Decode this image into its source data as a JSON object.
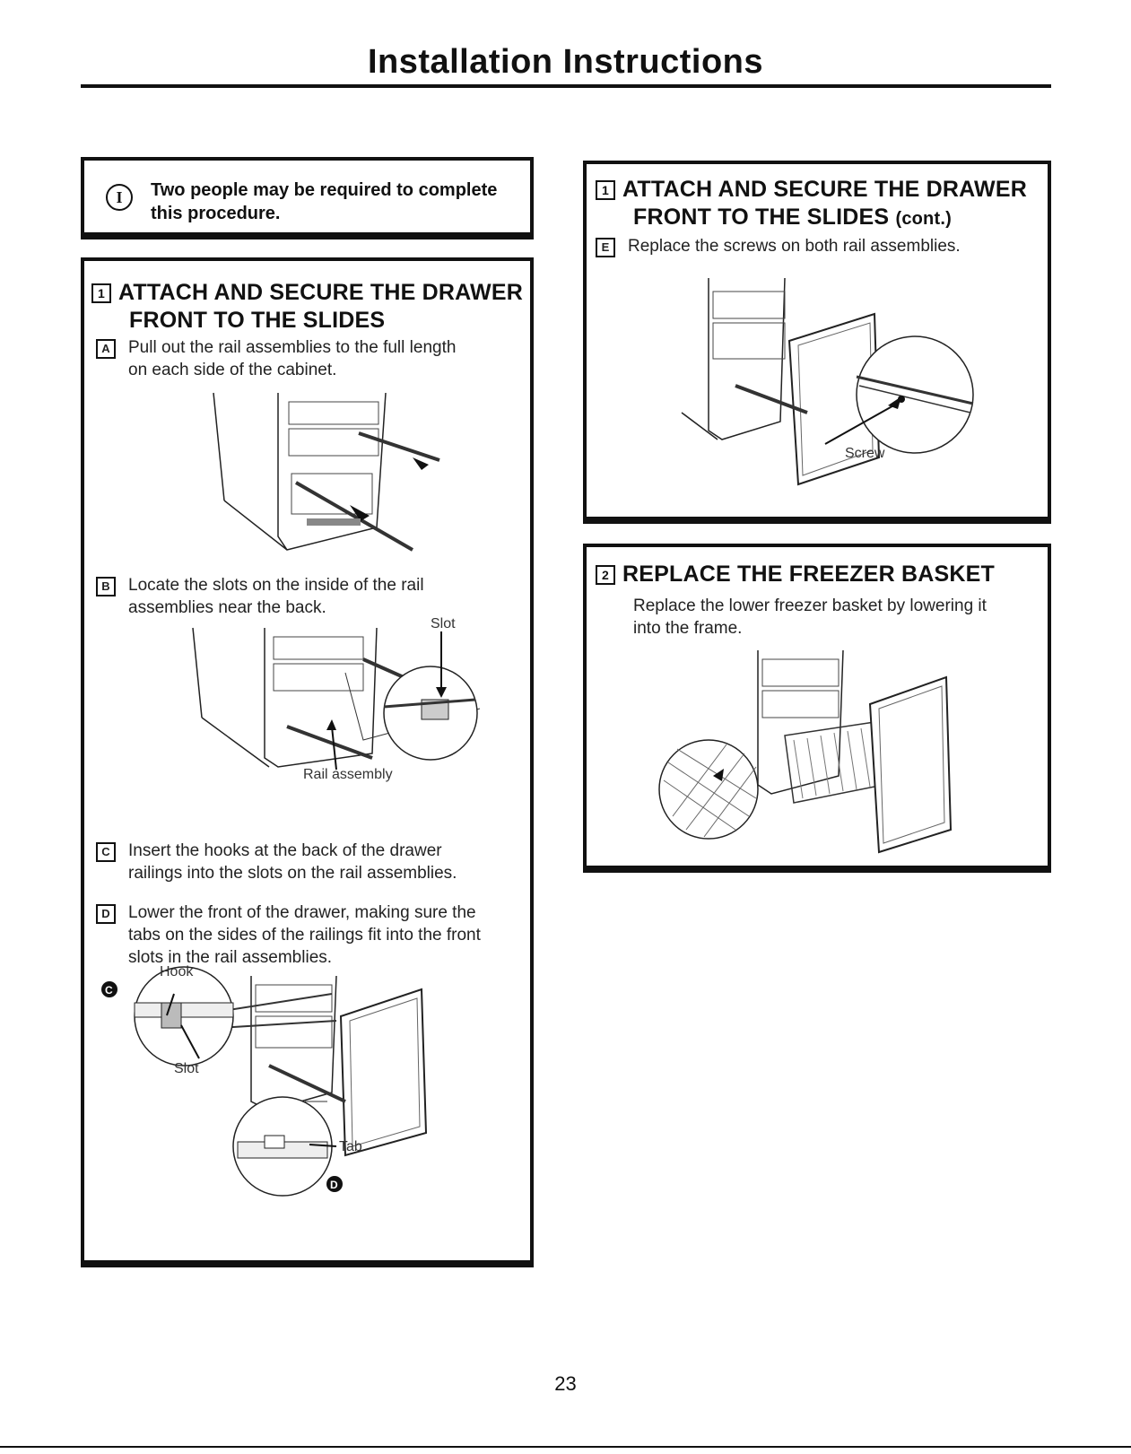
{
  "page": {
    "title": "Installation Instructions",
    "page_number": "23"
  },
  "note": {
    "icon": "I",
    "text": "Two people may be required to complete this procedure."
  },
  "step1": {
    "number": "1",
    "heading_line1": "ATTACH AND SECURE THE DRAWER",
    "heading_line2": "FRONT TO THE SLIDES",
    "substeps": [
      {
        "letter": "A",
        "line1": "Pull out the rail assemblies to the full length",
        "line2": "on each side of the cabinet.",
        "line3": ""
      },
      {
        "letter": "B",
        "line1": "Locate the slots on the inside of the rail",
        "line2": "assemblies near the back.",
        "line3": ""
      },
      {
        "letter": "C",
        "line1": "Insert the hooks at the back of the drawer",
        "line2": "railings into the slots on the rail assemblies.",
        "line3": ""
      },
      {
        "letter": "D",
        "line1": "Lower the front of the drawer, making sure the",
        "line2": "tabs on the sides of the railings fit into the front",
        "line3": "slots in the rail assemblies."
      }
    ],
    "labels": {
      "slot": "Slot",
      "rail_assembly": "Rail assembly",
      "hook": "Hook",
      "slot2": "Slot",
      "tab": "Tab",
      "callout_c": "C",
      "callout_d": "D"
    }
  },
  "step1_cont": {
    "number": "1",
    "heading_line1": "ATTACH AND SECURE THE DRAWER",
    "heading_line2": "FRONT TO THE SLIDES",
    "cont": "(cont.)",
    "substep": {
      "letter": "E",
      "text": "Replace the screws on both rail assemblies."
    },
    "labels": {
      "screw": "Screw"
    }
  },
  "step2": {
    "number": "2",
    "heading": "REPLACE THE FREEZER BASKET",
    "line1": "Replace the lower freezer basket by lowering it",
    "line2": "into the frame."
  }
}
